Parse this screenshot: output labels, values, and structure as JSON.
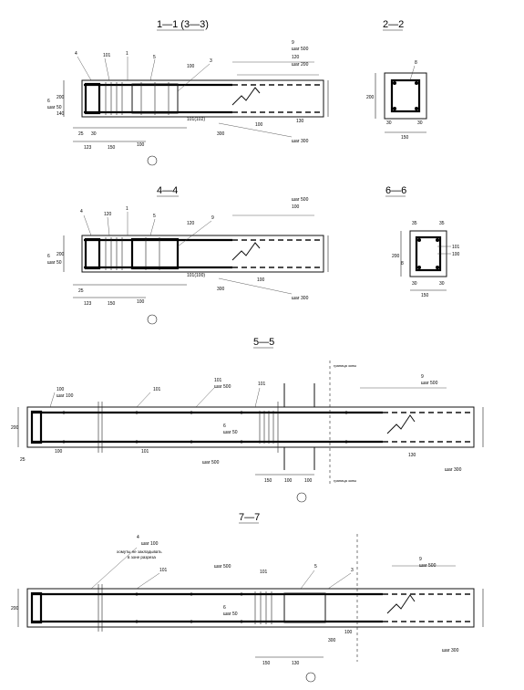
{
  "sections": {
    "s11": {
      "title": "1—1 (3—3)",
      "labels": [
        "4",
        "101",
        "1",
        "5",
        "100",
        "3",
        "9",
        "шаг 500",
        "120",
        "шаг 200",
        "6",
        "шаг 50",
        "101(102)",
        "100",
        "300",
        "шаг 300",
        "123",
        "150",
        "100",
        "25",
        "30",
        "200",
        "140",
        "130"
      ]
    },
    "s22": {
      "title": "2—2",
      "labels": [
        "8",
        "200",
        "30",
        "150",
        "30"
      ]
    },
    "s44": {
      "title": "4—4",
      "labels": [
        "4",
        "120",
        "1",
        "5",
        "120",
        "9",
        "шаг 500",
        "100",
        "6",
        "шаг 50",
        "101(100)",
        "100",
        "300",
        "шаг 300",
        "123",
        "150",
        "100",
        "25",
        "200"
      ]
    },
    "s66": {
      "title": "6—6",
      "labels": [
        "35",
        "35",
        "8",
        "101",
        "100",
        "200",
        "30",
        "150",
        "30"
      ]
    },
    "s55": {
      "title": "5—5",
      "labels": [
        "100",
        "шаг 100",
        "101",
        "101",
        "шаг 500",
        "101",
        "6",
        "шаг 50",
        "101",
        "шаг 500",
        "100",
        "25",
        "150",
        "100",
        "100",
        "9",
        "шаг 500",
        "шаг 300",
        "130",
        "200",
        "граница зоны",
        "граница зоны"
      ]
    },
    "s77": {
      "title": "7—7",
      "labels": [
        "4",
        "шаг 100",
        "101",
        "шаг 500",
        "101",
        "6",
        "шаг 50",
        "5",
        "3",
        "9",
        "шаг 500",
        "100",
        "300",
        "шаг 300",
        "200",
        "150",
        "130",
        "хомуты не закладывать",
        "в зоне разреза"
      ]
    }
  }
}
